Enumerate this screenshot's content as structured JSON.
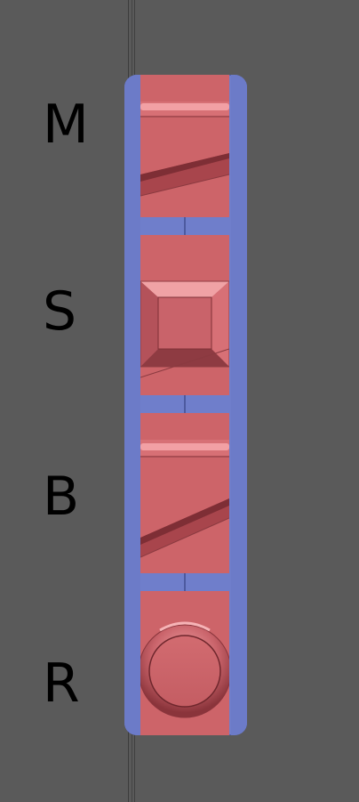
{
  "rows": [
    {
      "label": "M",
      "icon": "ramp-with-lip-icon"
    },
    {
      "label": "S",
      "icon": "square-recess-icon"
    },
    {
      "label": "B",
      "icon": "long-ramp-with-lip-icon"
    },
    {
      "label": "R",
      "icon": "round-dome-icon"
    }
  ],
  "colors": {
    "background": "#5a5a5a",
    "frame": "#6f7ecb",
    "panel": "#cd6469",
    "label": "#000000"
  }
}
